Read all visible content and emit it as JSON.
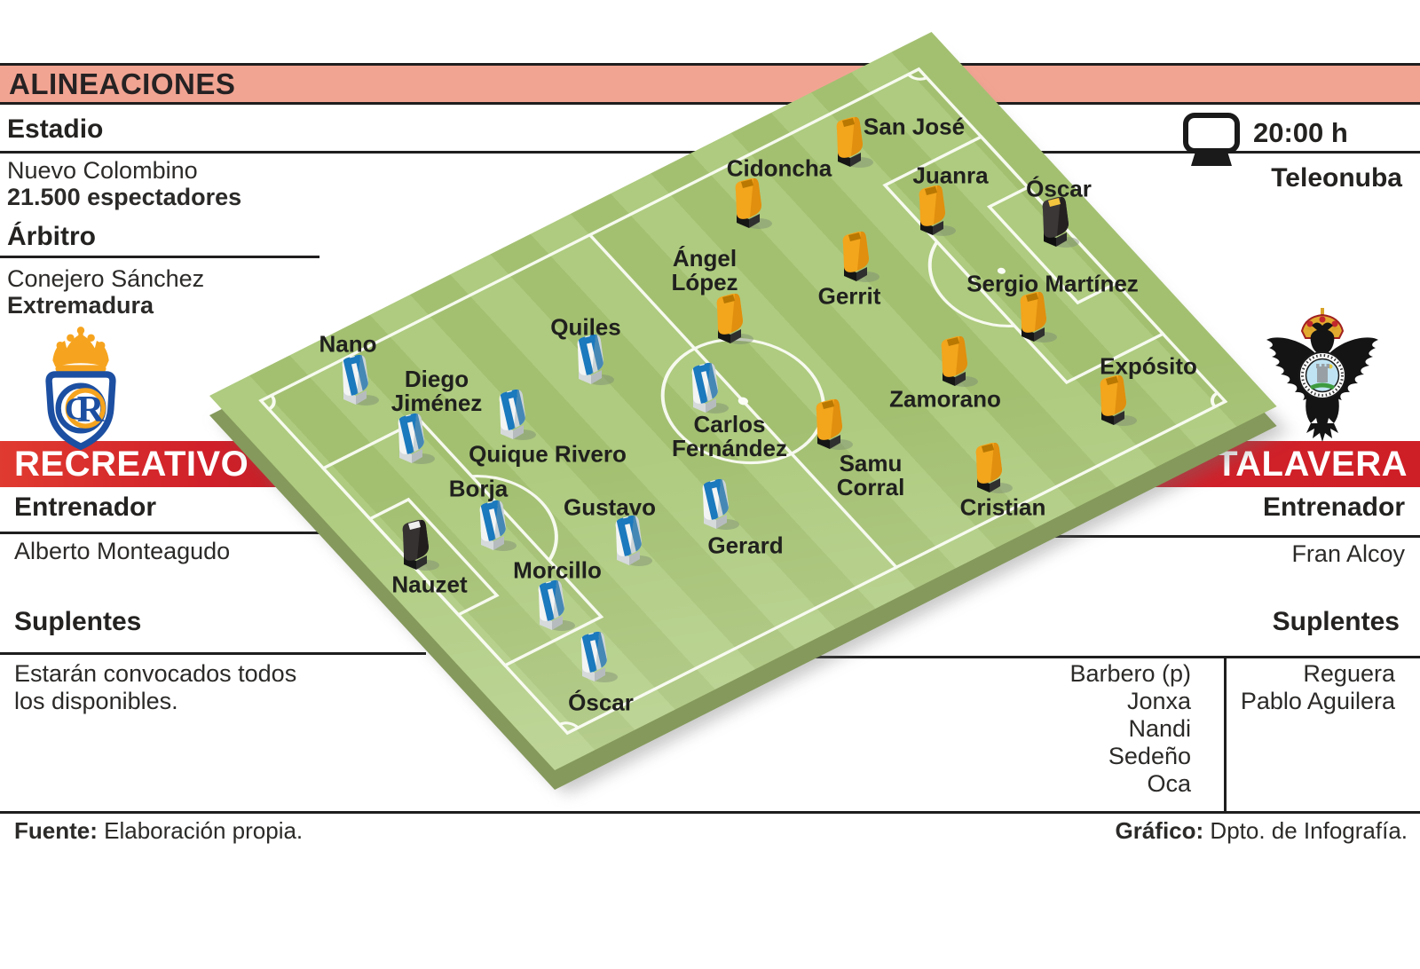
{
  "header": {
    "title": "ALINEACIONES",
    "stadium_label": "Estadio",
    "stadium_name": "Nuevo Colombino",
    "stadium_capacity": "21.500 espectadores",
    "referee_label": "Árbitro",
    "referee_name": "Conejero Sánchez",
    "referee_region": "Extremadura",
    "time": "20:00 h",
    "tv_channel": "Teleonuba"
  },
  "home": {
    "name": "RECREATIVO",
    "coach_label": "Entrenador",
    "coach": "Alberto Monteagudo",
    "subs_label": "Suplentes",
    "subs_note_lines": [
      "Estarán convocados todos",
      "los disponibles."
    ]
  },
  "away": {
    "name": "TALAVERA",
    "coach_label": "Entrenador",
    "coach": "Fran Alcoy",
    "subs_label": "Suplentes",
    "subs_col1": [
      "Barbero (p)",
      "Jonxa",
      "Nandi",
      "Sedeño",
      "Oca"
    ],
    "subs_col2": [
      "Reguera",
      "Pablo Aguilera"
    ]
  },
  "footer": {
    "source_label": "Fuente:",
    "source": " Elaboración propia.",
    "credit_label": "Gráfico:",
    "credit": " Dpto. de Infografía."
  },
  "pitch": {
    "home_players": [
      {
        "name": "Nauzet",
        "gk": true,
        "fig": [
          469,
          620
        ],
        "label": [
          484,
          659
        ]
      },
      {
        "name": "Nano",
        "gk": false,
        "fig": [
          401,
          434
        ],
        "label": [
          392,
          388
        ]
      },
      {
        "name": "Diego\nJiménez",
        "gk": false,
        "fig": [
          464,
          500
        ],
        "label": [
          492,
          441
        ]
      },
      {
        "name": "Quiles",
        "gk": false,
        "fig": [
          666,
          411
        ],
        "label": [
          660,
          369
        ]
      },
      {
        "name": "Quique Rivero",
        "gk": false,
        "fig": [
          578,
          473
        ],
        "label": [
          617,
          512
        ]
      },
      {
        "name": "Borja",
        "gk": false,
        "fig": [
          556,
          598
        ],
        "label": [
          539,
          551
        ]
      },
      {
        "name": "Gustavo",
        "gk": false,
        "fig": [
          709,
          615
        ],
        "label": [
          687,
          572
        ]
      },
      {
        "name": "Morcillo",
        "gk": false,
        "fig": [
          622,
          688
        ],
        "label": [
          628,
          643
        ]
      },
      {
        "name": "Carlos\nFernández",
        "gk": false,
        "fig": [
          795,
          443
        ],
        "label": [
          822,
          492
        ]
      },
      {
        "name": "Gerard",
        "gk": false,
        "fig": [
          807,
          574
        ],
        "label": [
          840,
          615
        ]
      },
      {
        "name": "Óscar",
        "gk": false,
        "fig": [
          670,
          746
        ],
        "label": [
          677,
          792
        ]
      }
    ],
    "away_players": [
      {
        "name": "Óscar",
        "gk": true,
        "fig": [
          1190,
          256
        ],
        "label": [
          1193,
          213
        ]
      },
      {
        "name": "San José",
        "gk": false,
        "fig": [
          958,
          166
        ],
        "label": [
          1030,
          143
        ]
      },
      {
        "name": "Cidoncha",
        "gk": false,
        "fig": [
          844,
          235
        ],
        "label": [
          878,
          190
        ]
      },
      {
        "name": "Juanra",
        "gk": false,
        "fig": [
          1051,
          243
        ],
        "label": [
          1071,
          198
        ]
      },
      {
        "name": "Ángel\nLópez",
        "gk": false,
        "fig": [
          823,
          365
        ],
        "label": [
          794,
          305
        ]
      },
      {
        "name": "Gerrit",
        "gk": false,
        "fig": [
          965,
          295
        ],
        "label": [
          957,
          334
        ]
      },
      {
        "name": "Sergio Martínez",
        "gk": false,
        "fig": [
          1165,
          363
        ],
        "label": [
          1186,
          320
        ]
      },
      {
        "name": "Zamorano",
        "gk": false,
        "fig": [
          1076,
          413
        ],
        "label": [
          1065,
          450
        ]
      },
      {
        "name": "Expósito",
        "gk": false,
        "fig": [
          1255,
          457
        ],
        "label": [
          1294,
          413
        ]
      },
      {
        "name": "Samu\nCorral",
        "gk": false,
        "fig": [
          935,
          484
        ],
        "label": [
          981,
          536
        ]
      },
      {
        "name": "Cristian",
        "gk": false,
        "fig": [
          1115,
          533
        ],
        "label": [
          1130,
          572
        ]
      }
    ]
  },
  "colors": {
    "salmon_bar": "#f2a492",
    "banner_red": "#d0202a",
    "pitch_green_light": "#aecb7f",
    "pitch_green_dark": "#a3c071",
    "pitch_side": "#85995c",
    "home_blue": "#1b79bd",
    "away_yellow": "#f3a51c",
    "text": "#232220"
  }
}
